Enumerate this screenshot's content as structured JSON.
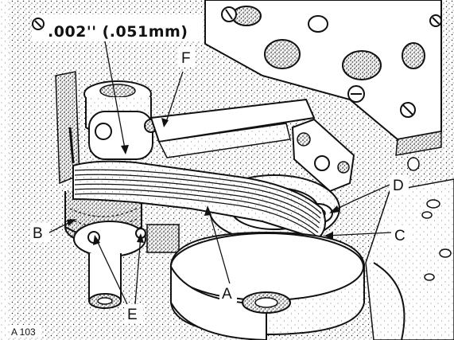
{
  "diagram": {
    "measurement": ".002'' (.051mm)",
    "reference_code": "A 103",
    "labels": {
      "A": "A",
      "B": "B",
      "C": "C",
      "D": "D",
      "E": "E",
      "F": "F"
    }
  }
}
